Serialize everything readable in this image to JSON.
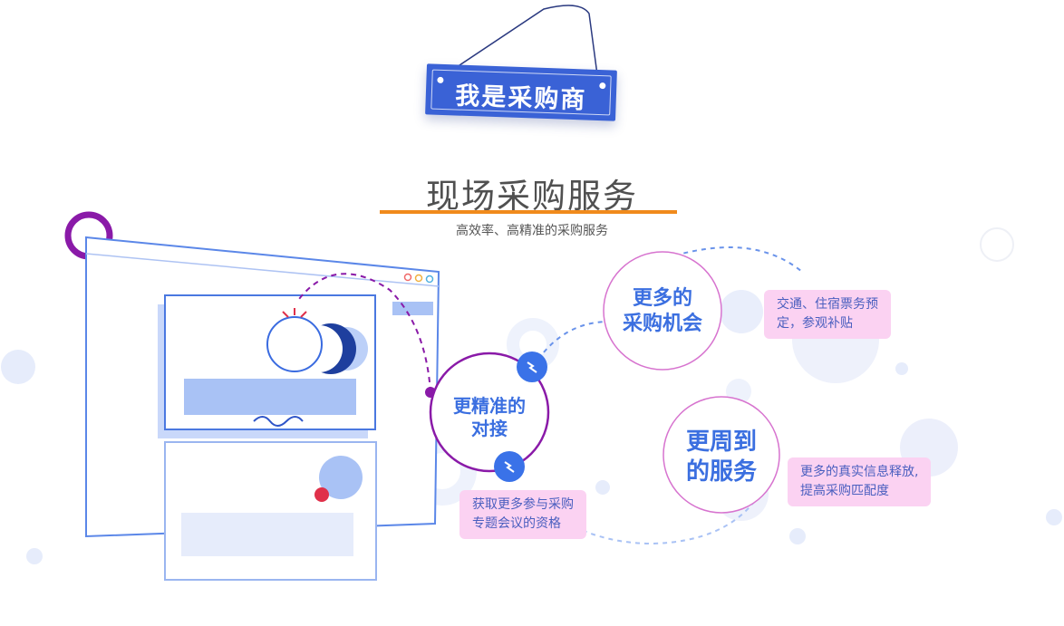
{
  "sign": {
    "text": "我是采购商"
  },
  "heading": {
    "title": "现场采购服务",
    "subtitle": "高效率、高精准的采购服务"
  },
  "features": [
    {
      "title_line1": "更精准的",
      "title_line2": "对接",
      "desc_line1": "获取更多参与采购",
      "desc_line2": "专题会议的资格"
    },
    {
      "title_line1": "更多的",
      "title_line2": "采购机会",
      "desc_line1": "交通、住宿票务预",
      "desc_line2": "定，参观补贴"
    },
    {
      "title_line1": "更周到",
      "title_line2": "的服务",
      "desc_line1": "更多的真实信息释放,",
      "desc_line2": "提高采购匹配度"
    }
  ],
  "colors": {
    "accent_blue": "#3b6fe0",
    "purple": "#8a1aa8",
    "orange": "#f08a1c",
    "pink_tag": "#fbd2f2",
    "sign_blue": "#3a62d6"
  }
}
